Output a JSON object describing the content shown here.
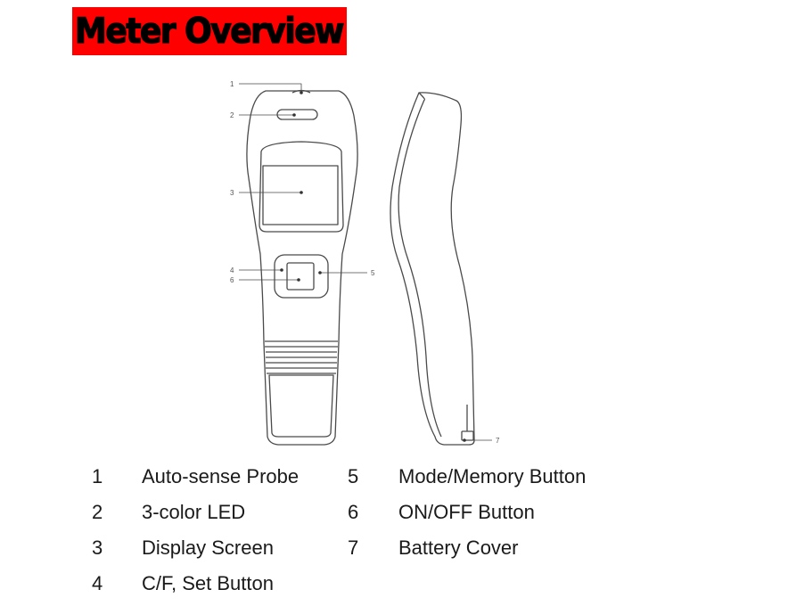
{
  "title": "Meter Overview",
  "colors": {
    "banner": "#ff0000",
    "line": "#4a4a4a"
  },
  "callouts": [
    "1",
    "2",
    "3",
    "4",
    "6",
    "5",
    "7"
  ],
  "legend": {
    "items": [
      {
        "num": "1",
        "label": "Auto-sense Probe"
      },
      {
        "num": "2",
        "label": "3-color LED"
      },
      {
        "num": "3",
        "label": "Display Screen"
      },
      {
        "num": "4",
        "label": "C/F, Set Button"
      },
      {
        "num": "5",
        "label": "Mode/Memory Button"
      },
      {
        "num": "6",
        "label": "ON/OFF Button"
      },
      {
        "num": "7",
        "label": "Battery Cover"
      }
    ]
  }
}
